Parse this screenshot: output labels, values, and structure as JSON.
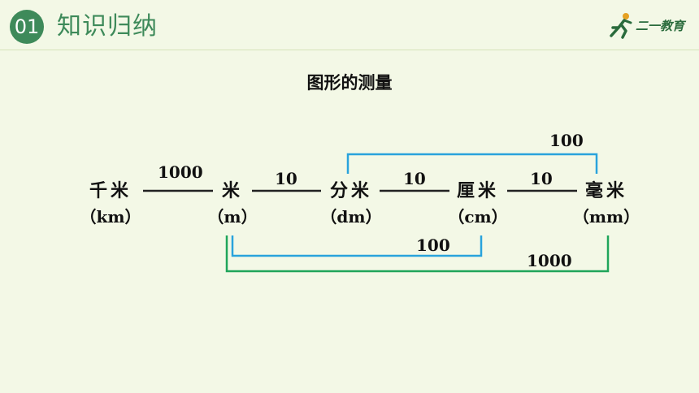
{
  "header": {
    "badge": "01",
    "title": "知识归纳",
    "logo_text": "二一教育"
  },
  "page_title": "图形的测量",
  "units": [
    {
      "name": "千米",
      "abbr": "（km）"
    },
    {
      "name": "米",
      "abbr": "（m）"
    },
    {
      "name": "分米",
      "abbr": "（dm）"
    },
    {
      "name": "厘米",
      "abbr": "（cm）"
    },
    {
      "name": "毫米",
      "abbr": "（mm）"
    }
  ],
  "rates": {
    "km_m": "1000",
    "m_dm": "10",
    "dm_cm": "10",
    "cm_mm": "10",
    "dm_mm": "100",
    "m_cm": "100",
    "m_mm": "1000"
  },
  "colors": {
    "accent_green": "#3e8a5a",
    "bracket_blue": "#29a3dc",
    "bracket_green": "#1fa55a"
  }
}
